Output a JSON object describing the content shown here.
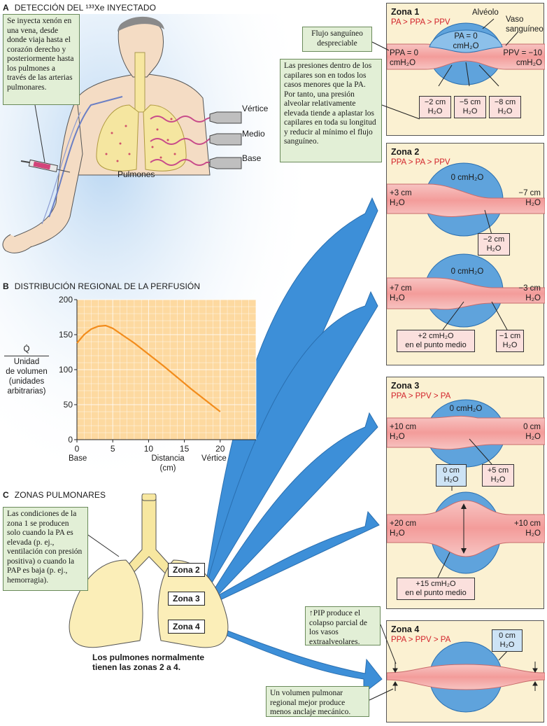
{
  "section_a": {
    "letter": "A",
    "title": "DETECCIÓN DEL ¹³³Xe INYECTADO",
    "note": "Se inyecta xenón en una vena, desde donde viaja hasta el corazón derecho y posteriormente hasta los pulmones a través de las arterias pulmonares.",
    "lungs_label": "Pulmones",
    "detectors": [
      "Vértice",
      "Medio",
      "Base"
    ]
  },
  "section_b": {
    "letter": "B",
    "title": "DISTRIBUCIÓN REGIONAL DE LA PERFUSIÓN",
    "ylabel_top": "Q̇",
    "ylabel_lines": [
      "Unidad",
      "de volumen",
      "(unidades",
      "arbitrarias)"
    ],
    "xlabel_lines": [
      "Distancia",
      "(cm)"
    ],
    "x_left_label": "Base",
    "x_right_label": "Vértice"
  },
  "chart_data": {
    "type": "line",
    "title": "DISTRIBUCIÓN REGIONAL DE LA PERFUSIÓN",
    "xlabel": "Distancia (cm)",
    "ylabel": "Q̇ / Unidad de volumen (unidades arbitrarias)",
    "xlim": [
      0,
      25
    ],
    "ylim": [
      0,
      200
    ],
    "xticks": [
      0,
      5,
      10,
      15,
      20
    ],
    "yticks": [
      0,
      50,
      100,
      150,
      200
    ],
    "grid": true,
    "color": "#f28c1c",
    "x": [
      0,
      1,
      2,
      3,
      4,
      5,
      6,
      8,
      10,
      12,
      14,
      16,
      18,
      20
    ],
    "values": [
      138,
      150,
      158,
      162,
      163,
      159,
      152,
      138,
      122,
      106,
      89,
      72,
      56,
      40
    ]
  },
  "section_c": {
    "letter": "C",
    "title": "ZONAS PULMONARES",
    "note": "Las condiciones de la zona 1 se producen solo cuando la PA es elevada (p. ej., ventilación con presión positiva) o cuando la PAP es baja (p. ej., hemorragia).",
    "zone_labels": [
      "Zona 2",
      "Zona 3",
      "Zona 4"
    ],
    "caption_lines": [
      "Los pulmones normalmente",
      "tienen las zonas 2 a 4."
    ]
  },
  "zone1": {
    "title": "Zona 1",
    "relation": "PA > PPA > PPV",
    "alveolo": "Alvéolo",
    "vaso_lines": [
      "Vaso",
      "sanguíneo"
    ],
    "pa_lines": [
      "PA = 0",
      "cmH₂O"
    ],
    "left_lines": [
      "PPA = 0",
      "cmH₂O"
    ],
    "right_lines": [
      "PPV = −10",
      "cmH₂O"
    ],
    "boxes": [
      [
        "−2 cm",
        "H₂O"
      ],
      [
        "−5 cm",
        "H₂O"
      ],
      [
        "−8 cm",
        "H₂O"
      ]
    ],
    "note_flow": "Flujo sanguíneo despreciable",
    "note_pressure": "Las presiones dentro de los capilares son en todos los casos menores que la PA. Por tanto, una presión alveolar relativamente elevada tiende a aplastar los capilares en toda su longitud y reducir al mínimo el flujo sanguíneo."
  },
  "zone2": {
    "title": "Zona 2",
    "relation": "PPA > PA > PPV",
    "a": {
      "alv": "0 cmH₂O",
      "left": [
        "+3 cm",
        "H₂O"
      ],
      "right": [
        "−7 cm",
        "H₂O"
      ],
      "box": [
        "−2 cm",
        "H₂O"
      ]
    },
    "b": {
      "alv": "0 cmH₂O",
      "left": [
        "+7 cm",
        "H₂O"
      ],
      "right": [
        "−3 cm",
        "H₂O"
      ],
      "box1": [
        "+2 cmH₂O",
        "en el punto medio"
      ],
      "box2": [
        "−1 cm",
        "H₂O"
      ]
    }
  },
  "zone3": {
    "title": "Zona 3",
    "relation": "PPA > PPV > PA",
    "a": {
      "alv": "0 cmH₂O",
      "left": [
        "+10 cm",
        "H₂O"
      ],
      "right": [
        "0 cm",
        "H₂O"
      ],
      "box": [
        "+5 cm",
        "H₂O"
      ]
    },
    "b": {
      "alv_box": [
        "0 cm",
        "H₂O"
      ],
      "left": [
        "+20 cm",
        "H₂O"
      ],
      "right": [
        "+10 cm",
        "H₂O"
      ],
      "box": [
        "+15 cmH₂O",
        "en el punto medio"
      ]
    }
  },
  "zone4": {
    "title": "Zona 4",
    "relation": "PPA > PPV > PA",
    "alv_box": [
      "0 cm",
      "H₂O"
    ],
    "note_top": "↑PIP produce el colapso parcial de los vasos extraalveolares.",
    "note_bottom": "Un volumen pulmonar regional mejor produce menos anclaje mecánico."
  },
  "colors": {
    "panel": "#fbf1d2",
    "vessel": "#f4a6a6",
    "alveolus": "#5fa3dc",
    "note_box": "#e2efd6",
    "arrow": "#3d8fd8",
    "relation": "#d2222a",
    "curve": "#f28c1c"
  }
}
